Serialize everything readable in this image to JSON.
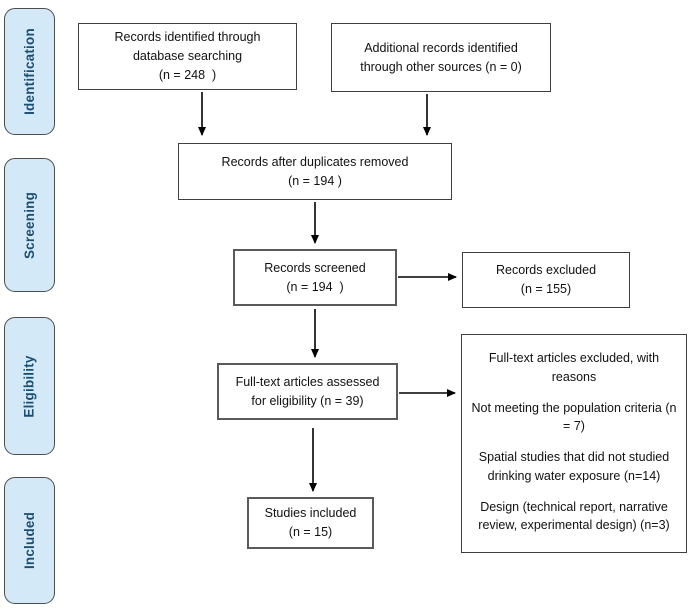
{
  "diagram": {
    "kind": "prisma-flow-diagram",
    "stages": [
      {
        "id": "identification",
        "label": "Identification"
      },
      {
        "id": "screening",
        "label": "Screening"
      },
      {
        "id": "eligibility",
        "label": "Eligibility"
      },
      {
        "id": "included",
        "label": "Included"
      }
    ],
    "boxes": {
      "records_identified": {
        "lines": [
          "Records identified through",
          "database searching",
          "(n = 248  )"
        ]
      },
      "additional_records": {
        "lines": [
          "Additional records identified",
          "through other sources (n = 0)"
        ]
      },
      "after_duplicates": {
        "lines": [
          "Records after duplicates removed",
          "(n = 194 )"
        ]
      },
      "records_screened": {
        "lines": [
          "Records screened",
          "(n = 194  )"
        ]
      },
      "records_excluded": {
        "lines": [
          "Records excluded",
          "(n = 155)"
        ]
      },
      "fulltext_assessed": {
        "lines": [
          "Full-text articles assessed",
          "for eligibility (n = 39)"
        ]
      },
      "fulltext_excluded": {
        "paragraphs": [
          "Full-text articles excluded, with reasons",
          "Not meeting the population criteria (n = 7)",
          "Spatial studies that did not studied drinking water exposure (n=14)",
          "Design (technical report, narrative review, experimental design) (n=3)"
        ]
      },
      "studies_included": {
        "lines": [
          "Studies included",
          "(n = 15)"
        ]
      }
    },
    "colors": {
      "stage_fill": "#d3e9f8",
      "stage_text": "#1b4f72",
      "stage_border": "#4d4d4d",
      "box_border": "#3f3f3f",
      "box_border_strong": "#5a5a5a",
      "box_text": "#111111",
      "arrow": "#000000",
      "background": "#ffffff"
    }
  }
}
